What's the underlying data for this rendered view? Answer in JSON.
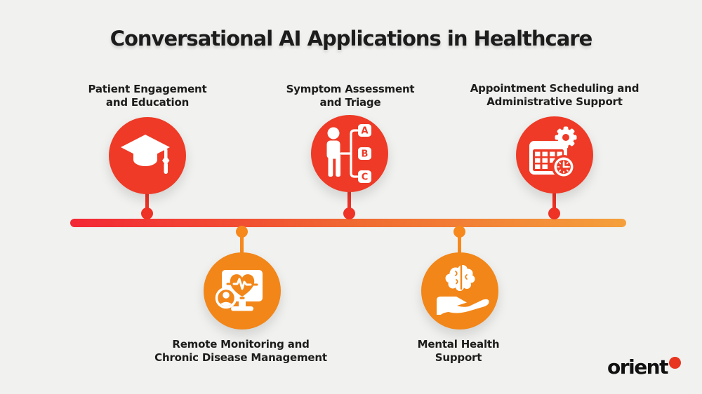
{
  "title": "Conversational AI Applications in Healthcare",
  "colors": {
    "background": "#f1f1ef",
    "circle_red": "#ee3a26",
    "circle_orange": "#f28618",
    "timeline_gradient_start": "#f32735",
    "timeline_gradient_end": "#f5a03c",
    "text": "#1d1d1b",
    "logo_dot": "#e8351f"
  },
  "items": [
    {
      "label_line1": "Patient Engagement",
      "label_line2": "and Education",
      "icon": "graduation-cap-icon",
      "side": "top",
      "color": "#ee3a26"
    },
    {
      "label_line1": "Symptom Assessment",
      "label_line2": "and Triage",
      "icon": "symptom-triage-icon",
      "side": "top",
      "color": "#ee3a26",
      "options": [
        "A",
        "B",
        "C"
      ]
    },
    {
      "label_line1": "Appointment Scheduling and",
      "label_line2": "Administrative Support",
      "icon": "calendar-gear-clock-icon",
      "side": "top",
      "color": "#ee3a26"
    },
    {
      "label_line1": "Remote Monitoring and",
      "label_line2": "Chronic Disease Management",
      "icon": "monitor-heartbeat-icon",
      "side": "bottom",
      "color": "#f28618"
    },
    {
      "label_line1": "Mental Health",
      "label_line2": "Support",
      "icon": "brain-in-hand-icon",
      "side": "bottom",
      "color": "#f28618"
    }
  ],
  "logo": {
    "text": "orient"
  }
}
